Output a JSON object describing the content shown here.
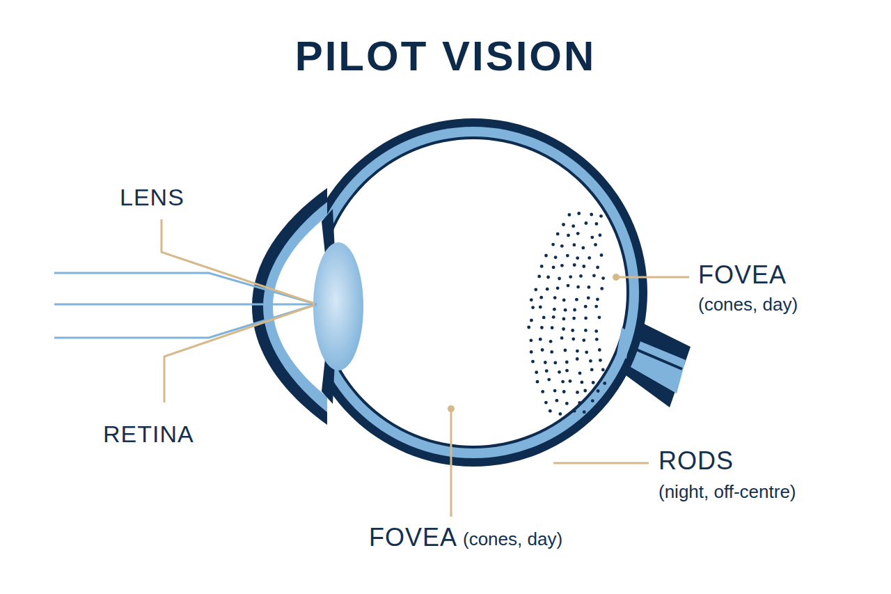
{
  "diagram": {
    "title": "PILOT VISION",
    "labels": [
      "LENS",
      "RETINA",
      "FOVEA",
      "(cones, day)",
      "RODS",
      "(night, off-centre)",
      "FOVEA",
      "(cones, day)"
    ]
  }
}
